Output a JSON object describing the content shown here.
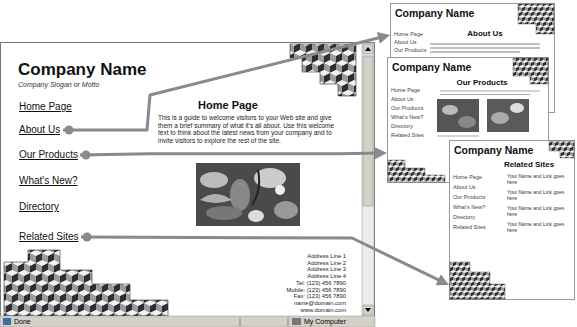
{
  "diagram": {
    "nodes": [
      {
        "text": [
          "Company Name",
          "Company Slogan or Motto",
          "Home Page",
          "This is a guide to welcome visitors to your Web site and give them a brief summary of what it's all about. Use this welcome text to think about the latest news from your company and to invite visitors to explore the rest of the site."
        ]
      },
      {
        "text": [
          "Home Page"
        ],
        "in": 0
      },
      {
        "text": [
          "About Us"
        ],
        "in": 0
      },
      {
        "text": [
          "Our Products"
        ],
        "in": 0
      },
      {
        "text": [
          "What's New?"
        ],
        "in": 0
      },
      {
        "text": [
          "Directory"
        ],
        "in": 0
      },
      {
        "text": [
          "Related Sites"
        ],
        "in": 0
      },
      {
        "text": [
          "Company Name",
          "About Us",
          "Home Page",
          "About Us",
          "Our Products"
        ]
      },
      {
        "text": [
          "Company Name",
          "Our Products",
          "Home Page",
          "About Us",
          "Our Products",
          "What's New?",
          "Directory",
          "Related Sites"
        ]
      },
      {
        "text": [
          "Company Name",
          "Related Sites",
          "Home Page",
          "About Us",
          "Our Products",
          "What's New?",
          "Directory",
          "Related Sites",
          "Your Name and Link goes here",
          "Your Name and Link goes here",
          "Your Name and Link goes here",
          "Your Name and Link goes here"
        ]
      }
    ],
    "edges": [
      {
        "from": 2,
        "to": 7,
        "arrow": "to"
      },
      {
        "from": 3,
        "to": 8,
        "arrow": "to"
      },
      {
        "from": 6,
        "to": 9,
        "arrow": "to"
      }
    ],
    "labels": [
      "Address Line 1",
      "Address Line 2",
      "Address Line 3",
      "Address Line 4",
      "Tel: (123) 456 7890",
      "Mobile: (123) 456 7890",
      "Fax: (123) 456 7890",
      "name@domain.com",
      "www.domain.com",
      "Done",
      "My Computer"
    ]
  }
}
